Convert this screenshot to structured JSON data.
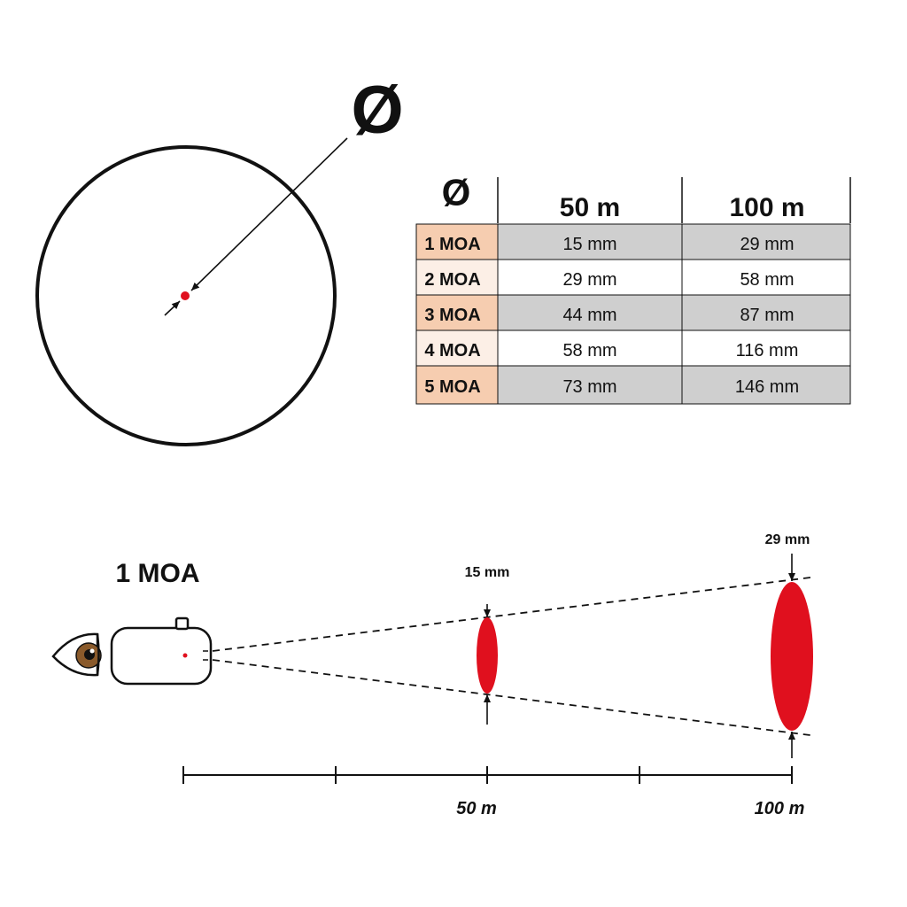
{
  "symbol": "Ø",
  "table": {
    "corner": "Ø",
    "columns": [
      "50 m",
      "100 m"
    ],
    "rows": [
      {
        "label": "1 MOA",
        "values": [
          "15 mm",
          "29 mm"
        ]
      },
      {
        "label": "2 MOA",
        "values": [
          "29 mm",
          "58 mm"
        ]
      },
      {
        "label": "3 MOA",
        "values": [
          "44 mm",
          "87 mm"
        ]
      },
      {
        "label": "4 MOA",
        "values": [
          "58 mm",
          "116 mm"
        ]
      },
      {
        "label": "5 MOA",
        "values": [
          "73 mm",
          "146 mm"
        ]
      }
    ]
  },
  "diagram": {
    "title": "1 MOA",
    "near_size": "15 mm",
    "far_size": "29 mm",
    "near_distance": "50 m",
    "far_distance": "100 m"
  },
  "colors": {
    "red": "#e0101e",
    "label_dark": "#f6cdb0",
    "label_light": "#fcefe6",
    "grey": "#cfcfcf",
    "eye_iris": "#8a5a2b"
  }
}
